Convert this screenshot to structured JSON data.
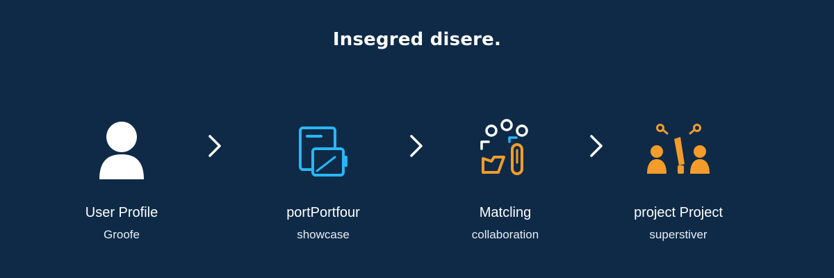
{
  "title": "Insegred disere.",
  "colors": {
    "background": "#0e2a47",
    "profile_icon": "#ffffff",
    "portfolio_icon": "#29b6f6",
    "matching_icon": "#f39c2a",
    "project_icon": "#f39c2a",
    "arrow": "#ffffff"
  },
  "steps": [
    {
      "icon": "user-icon",
      "label": "User Profile",
      "sublabel": "Groofe"
    },
    {
      "icon": "portfolio-icon",
      "label": "portPortfour",
      "sublabel": "showcase"
    },
    {
      "icon": "matching-icon",
      "label": "Matcling",
      "sublabel": "collaboration"
    },
    {
      "icon": "project-team-icon",
      "label": "project Project",
      "sublabel": "superstiver"
    }
  ],
  "arrows": [
    "chevron-right-icon",
    "chevron-right-icon",
    "chevron-right-icon"
  ]
}
